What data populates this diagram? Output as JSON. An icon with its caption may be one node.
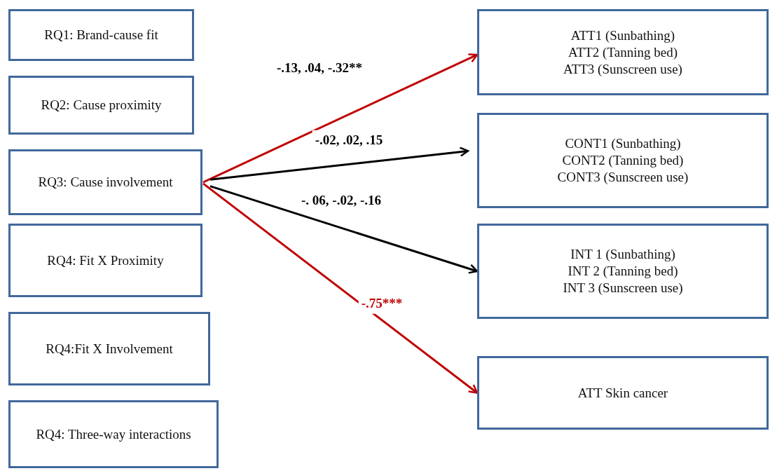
{
  "diagram": {
    "nodes": [
      {
        "text": [
          "RQ1: Brand-cause fit"
        ]
      },
      {
        "text": [
          "RQ2: Cause proximity"
        ]
      },
      {
        "text": [
          "RQ3: Cause involvement"
        ]
      },
      {
        "text": [
          "RQ4: Fit X Proximity"
        ]
      },
      {
        "text": [
          "RQ4:Fit X Involvement"
        ]
      },
      {
        "text": [
          "RQ4: Three-way interactions"
        ]
      },
      {
        "text": [
          "ATT1 (Sunbathing)",
          "ATT2 (Tanning bed)",
          "ATT3 (Sunscreen use)"
        ]
      },
      {
        "text": [
          "CONT1 (Sunbathing)",
          "CONT2 (Tanning bed)",
          "CONT3 (Sunscreen use)"
        ]
      },
      {
        "text": [
          "INT 1 (Sunbathing)",
          "INT 2 (Tanning bed)",
          "INT 3 (Sunscreen use)"
        ]
      },
      {
        "text": [
          "ATT Skin cancer"
        ]
      }
    ],
    "edges": [
      {
        "from": 2,
        "to": 6,
        "arrow": "to",
        "label": "-.13, .04, -.32**",
        "color": "#c00000"
      },
      {
        "from": 2,
        "to": 7,
        "arrow": "to",
        "label": "-.02, .02, .15",
        "color": "#000000"
      },
      {
        "from": 2,
        "to": 8,
        "arrow": "to",
        "label": "-. 06, -.02, -.16",
        "color": "#000000"
      },
      {
        "from": 2,
        "to": 9,
        "arrow": "to",
        "label": "-.75***",
        "color": "#c00000"
      }
    ]
  }
}
